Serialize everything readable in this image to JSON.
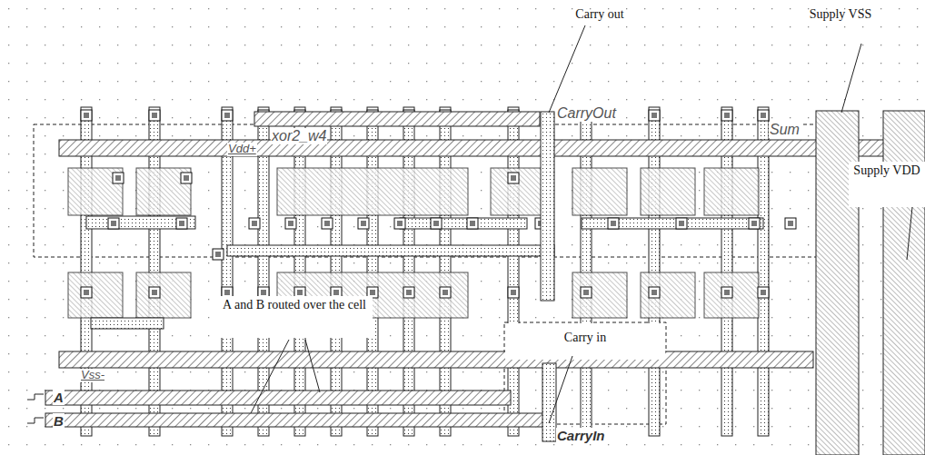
{
  "diagram": {
    "labels": [
      "Carry out",
      "Supply VSS",
      "xor2_w4",
      "CarryOut",
      "Sum",
      "Vdd+",
      "Supply VDD",
      "A and B routed over the cell",
      "Carry in",
      "Vss-",
      "A",
      "B",
      "CarryIn"
    ]
  }
}
